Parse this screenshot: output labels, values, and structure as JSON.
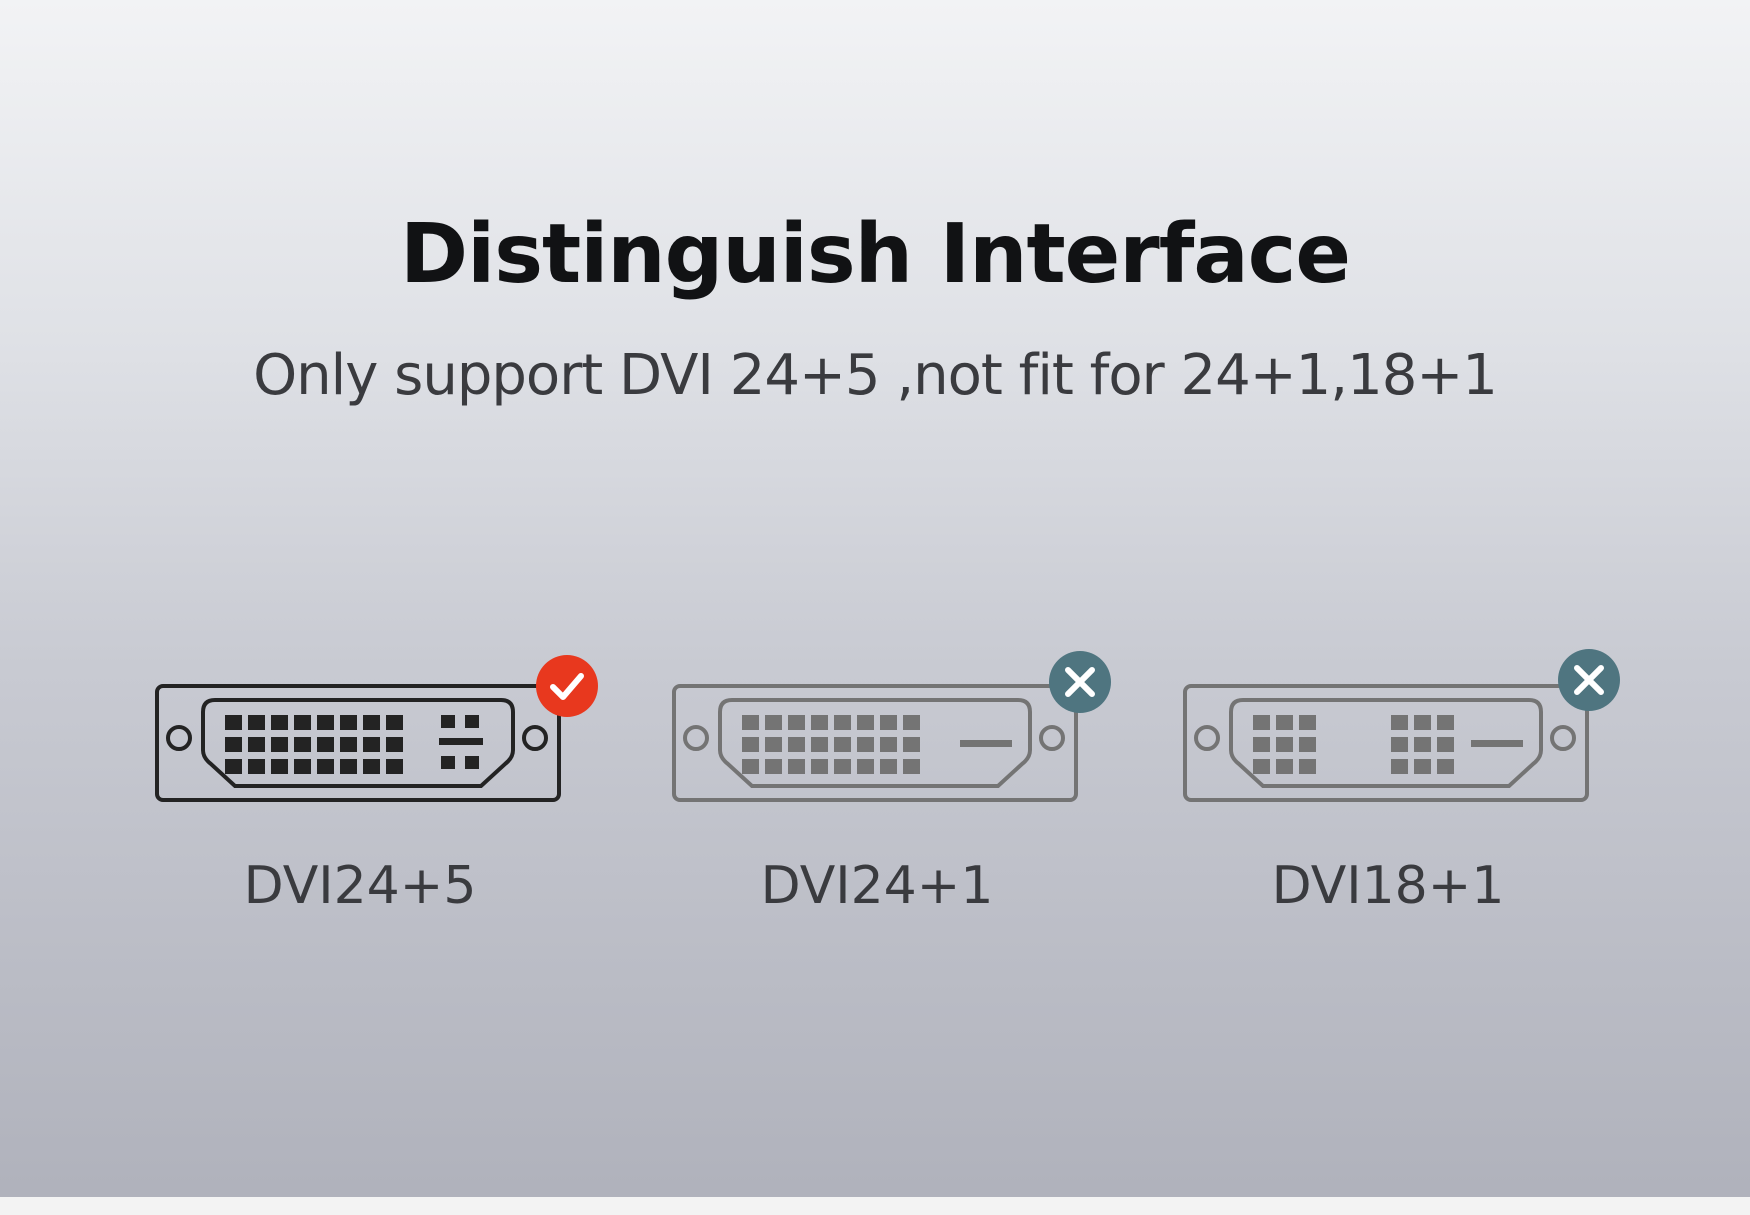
{
  "heading": {
    "title": "Distinguish Interface",
    "subtitle": "Only support DVI 24+5 ,not fit for 24+1,18+1"
  },
  "connectors": [
    {
      "label": "DVI24+5",
      "status": "supported",
      "badge_icon": "check-icon",
      "badge_color": "#e8381e",
      "outline_color": "#232323"
    },
    {
      "label": "DVI24+1",
      "status": "not-supported",
      "badge_icon": "close-icon",
      "badge_color": "#4f7580",
      "outline_color": "#747474"
    },
    {
      "label": "DVI18+1",
      "status": "not-supported",
      "badge_icon": "close-icon",
      "badge_color": "#4f7580",
      "outline_color": "#747474"
    }
  ]
}
